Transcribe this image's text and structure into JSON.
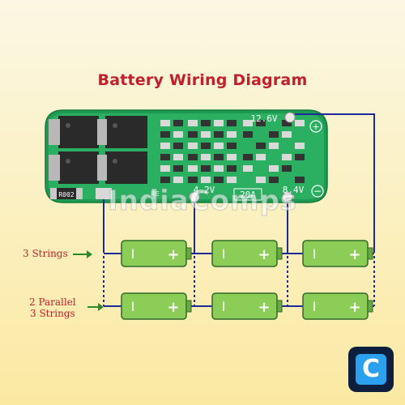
{
  "title": "Battery Wiring Diagram",
  "board": {
    "label_12v": "12.6V",
    "label_42v": "4.2V",
    "label_84v": "8.4V",
    "label_20a": "20A",
    "label_r002": "R002",
    "label_re": "RE",
    "label_plus": "+",
    "label_minus": "−"
  },
  "rows": [
    {
      "label": "3 Strings"
    },
    {
      "label_line1": "2 Parallel",
      "label_line2": "3 Strings"
    }
  ],
  "battery": {
    "neg_symbol": "I",
    "pos_symbol": "+"
  },
  "watermark": "IndiaComps",
  "logo": {
    "letter": "C"
  },
  "colors": {
    "pcb": "#23a85a",
    "pcb_dark": "#1a7f44",
    "battery": "#8ccd57",
    "wire": "#1f2a9a",
    "title": "#c0202a"
  }
}
